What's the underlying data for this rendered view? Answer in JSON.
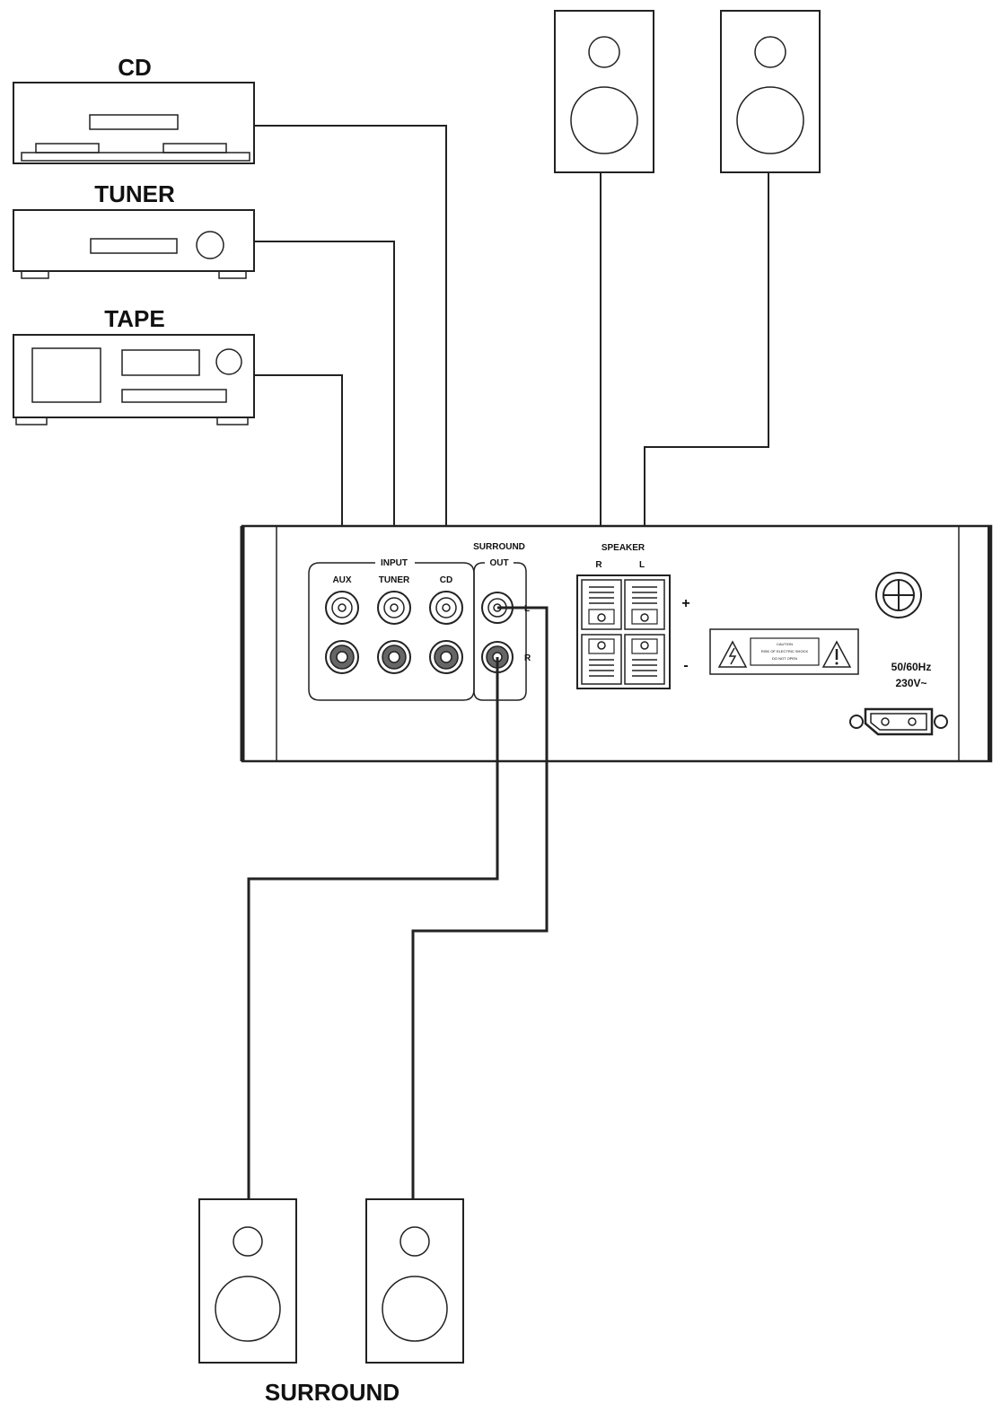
{
  "devices": {
    "cd": "CD",
    "tuner": "TUNER",
    "tape": "TAPE",
    "surround": "SURROUND"
  },
  "amplifier": {
    "input_label": "INPUT",
    "aux_label": "AUX",
    "tuner_label": "TUNER",
    "cd_label": "CD",
    "surround_label": "SURROUND",
    "out_label": "OUT",
    "surround_l": "L",
    "surround_r": "R",
    "speaker_label": "SPEAKER",
    "speaker_r": "R",
    "speaker_l": "L",
    "plus": "+",
    "minus": "-",
    "power_freq": "50/60Hz",
    "power_volt": "230V~",
    "caution_line1": "CAUTION",
    "caution_line2": "RISK OF ELECTRIC SHOCK",
    "caution_line3": "DO NOT OPEN"
  }
}
